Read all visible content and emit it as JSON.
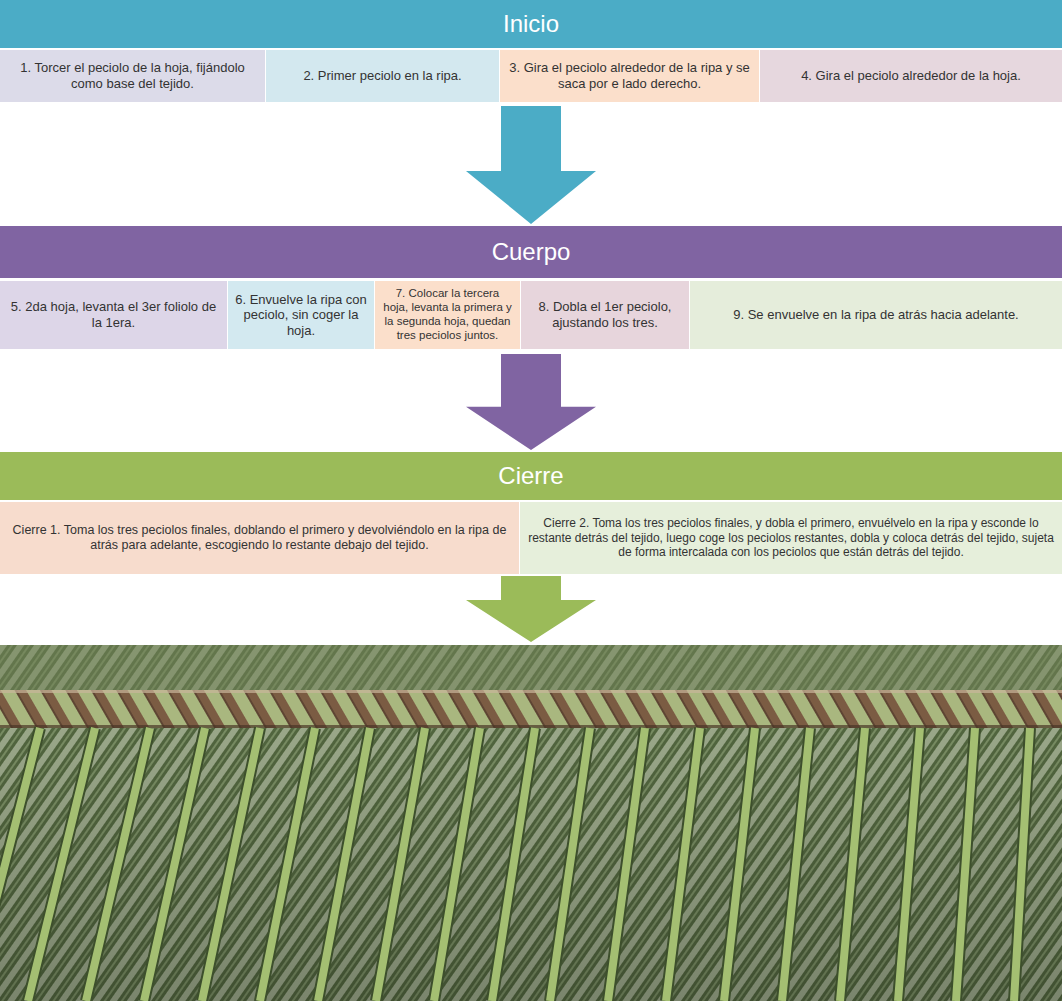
{
  "diagram": {
    "nodes": [
      {
        "text": [
          "Inicio"
        ]
      },
      {
        "text": [
          "1. Torcer el peciolo de la hoja, fijándolo como base del tejido."
        ],
        "in": 0
      },
      {
        "text": [
          "2. Primer peciolo en la ripa."
        ],
        "in": 0
      },
      {
        "text": [
          "3. Gira el peciolo alrededor de la ripa y se saca por e lado derecho."
        ],
        "in": 0
      },
      {
        "text": [
          "4. Gira el peciolo alrededor de la hoja."
        ],
        "in": 0
      },
      {
        "text": [
          "Cuerpo"
        ]
      },
      {
        "text": [
          "5. 2da hoja, levanta el 3er foliolo de la 1era."
        ],
        "in": 5
      },
      {
        "text": [
          "6. Envuelve la ripa con peciolo, sin coger la hoja."
        ],
        "in": 5
      },
      {
        "text": [
          "7. Colocar la tercera hoja, levanta la primera y la segunda hoja, quedan tres peciolos juntos."
        ],
        "in": 5
      },
      {
        "text": [
          "8. Dobla el 1er peciolo, ajustando los tres."
        ],
        "in": 5
      },
      {
        "text": [
          "9. Se envuelve en la ripa de atrás hacia adelante."
        ],
        "in": 5
      },
      {
        "text": [
          "Cierre"
        ]
      },
      {
        "text": [
          "Cierre 1. Toma los tres peciolos finales, doblando el primero y devolviéndolo en la ripa de atrás para adelante, escogiendo lo restante debajo del tejido."
        ],
        "in": 11
      },
      {
        "text": [
          "Cierre 2. Toma los tres peciolos finales, y dobla el primero, envuélvelo en la ripa y esconde lo restante detrás del tejido, luego coge los peciolos restantes, dobla y coloca detrás del tejido, sujeta de forma intercalada con los peciolos que están detrás del tejido."
        ],
        "in": 11
      }
    ],
    "edges": [
      {
        "from": 0,
        "to": 5,
        "arrow": "to"
      },
      {
        "from": 5,
        "to": 11,
        "arrow": "to"
      }
    ]
  }
}
